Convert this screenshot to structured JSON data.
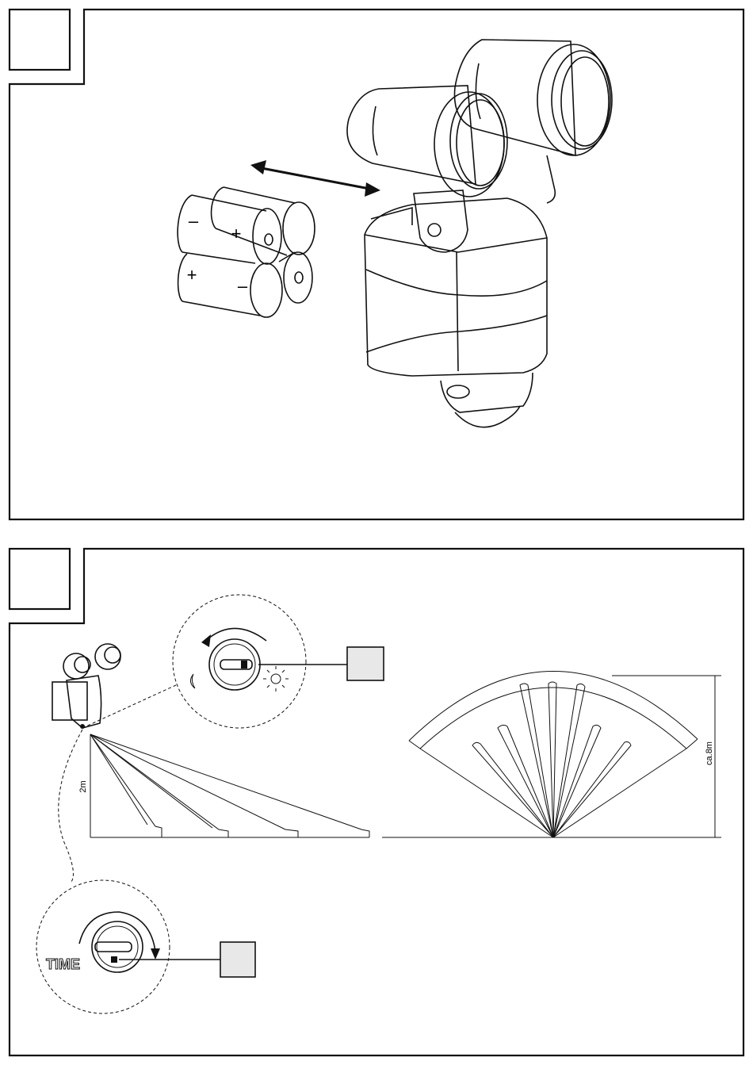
{
  "panel1": {
    "step_number": "",
    "battery_labels": [
      "–",
      "+",
      "+",
      "–"
    ]
  },
  "panel2": {
    "step_number": "",
    "height_label": "2m",
    "range_label": "ca.8m",
    "time_label": "TIME",
    "callout_light_label": "",
    "callout_time_label": ""
  },
  "colors": {
    "line": "#111111",
    "callout_fill": "#e8e8e8",
    "panel_bg": "#ffffff"
  }
}
